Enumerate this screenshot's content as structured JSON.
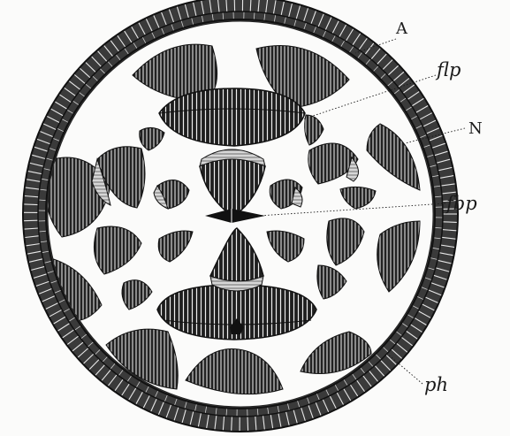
{
  "figure": {
    "labels": {
      "a": "A",
      "flp": "flp",
      "n": "N",
      "fbp": "fbp",
      "ph": "ph"
    }
  },
  "colors": {
    "ink": "#1a1a1a",
    "dark_fill": "#2a2a2a",
    "ring_fill": "#555555",
    "paper": "#fbfbfa",
    "light_fill": "#c9c9c9"
  }
}
